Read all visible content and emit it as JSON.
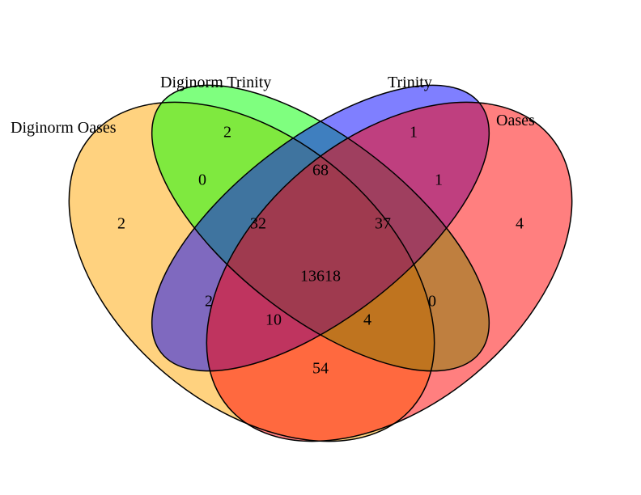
{
  "sets": [
    {
      "id": "diginorm_oases",
      "name": "Diginorm Oases",
      "color": "#ffa500"
    },
    {
      "id": "diginorm_trinity",
      "name": "Diginorm Trinity",
      "color": "#00ff00"
    },
    {
      "id": "trinity",
      "name": "Trinity",
      "color": "#0000ff"
    },
    {
      "id": "oases",
      "name": "Oases",
      "color": "#ff0000"
    }
  ],
  "regions": [
    {
      "id": "only_diginorm_trinity",
      "sets": [
        "diginorm_trinity"
      ],
      "count": "2"
    },
    {
      "id": "only_trinity",
      "sets": [
        "trinity"
      ],
      "count": "1"
    },
    {
      "id": "only_diginorm_oases",
      "sets": [
        "diginorm_oases"
      ],
      "count": "2"
    },
    {
      "id": "only_oases",
      "sets": [
        "oases"
      ],
      "count": "4"
    },
    {
      "id": "diginorm_oases_diginorm_trinity",
      "sets": [
        "diginorm_oases",
        "diginorm_trinity"
      ],
      "count": "0"
    },
    {
      "id": "diginorm_trinity_trinity",
      "sets": [
        "diginorm_trinity",
        "trinity"
      ],
      "count": "68"
    },
    {
      "id": "trinity_oases",
      "sets": [
        "trinity",
        "oases"
      ],
      "count": "1"
    },
    {
      "id": "diginorm_oases_diginorm_trinity_trinity",
      "sets": [
        "diginorm_oases",
        "diginorm_trinity",
        "trinity"
      ],
      "count": "32"
    },
    {
      "id": "diginorm_trinity_trinity_oases",
      "sets": [
        "diginorm_trinity",
        "trinity",
        "oases"
      ],
      "count": "37"
    },
    {
      "id": "all_four",
      "sets": [
        "diginorm_oases",
        "diginorm_trinity",
        "trinity",
        "oases"
      ],
      "count": "13618"
    },
    {
      "id": "diginorm_oases_trinity",
      "sets": [
        "diginorm_oases",
        "trinity"
      ],
      "count": "2"
    },
    {
      "id": "diginorm_trinity_oases",
      "sets": [
        "diginorm_trinity",
        "oases"
      ],
      "count": "0"
    },
    {
      "id": "diginorm_oases_trinity_oases",
      "sets": [
        "diginorm_oases",
        "trinity",
        "oases"
      ],
      "count": "10"
    },
    {
      "id": "diginorm_oases_diginorm_trinity_oases",
      "sets": [
        "diginorm_oases",
        "diginorm_trinity",
        "oases"
      ],
      "count": "4"
    },
    {
      "id": "diginorm_oases_oases",
      "sets": [
        "diginorm_oases",
        "oases"
      ],
      "count": "54"
    }
  ]
}
